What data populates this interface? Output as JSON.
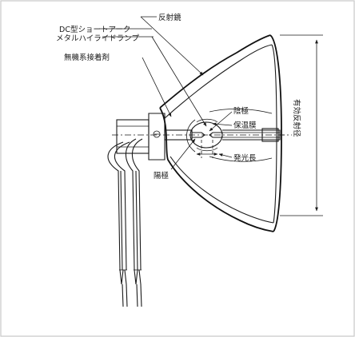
{
  "labels": {
    "reflector": "反射鏡",
    "lamp_line1": "DC型ショートアーク",
    "lamp_line2": "メタルハイライドランプ",
    "adhesive": "無機系接着剤",
    "anode": "陰極",
    "protective_glass": "保温膜",
    "arc_length": "発光長",
    "cathode": "陽極",
    "effective_diameter": "有効反射径"
  },
  "colors": {
    "line": "#1a1a1a",
    "background": "#ffffff",
    "frame": "#c8c8c8"
  }
}
